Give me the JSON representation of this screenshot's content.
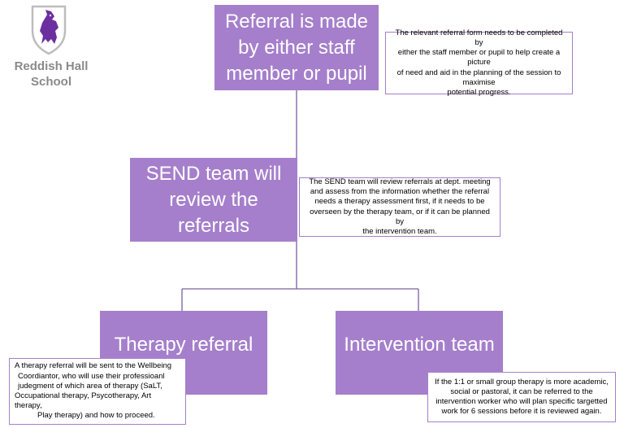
{
  "logo": {
    "line1": "Reddish Hall",
    "line2": "School",
    "icon": "lion-rampant-shield-icon",
    "color_shield": "#6b2fa0",
    "color_text": "#8a8a8a"
  },
  "colors": {
    "box_fill": "#a57fcb",
    "box_text": "#ffffff",
    "note_border": "#a57fcb",
    "connector": "#7a5fa0"
  },
  "steps": {
    "referral": {
      "lines": [
        "Referral is made",
        "by either staff",
        "member or pupil"
      ]
    },
    "send": {
      "lines": [
        "SEND team will",
        "review the",
        "referrals"
      ]
    },
    "therapy": {
      "lines": [
        "Therapy referral"
      ]
    },
    "intervention": {
      "lines": [
        "Intervention team"
      ]
    }
  },
  "notes": {
    "referral": {
      "lines": [
        "The relevant referral form needs to be completed by",
        "either the staff member or  pupil to help create a picture",
        "of need and aid in the planning of the session to maximise",
        "potential progress."
      ]
    },
    "send": {
      "lines": [
        "The SEND team will review referrals at dept. meeting",
        "and assess from the information whether the referral",
        "needs a therapy assessment first, if it needs to be",
        "overseen by the therapy team, or if it can be planned by",
        "the intervention team."
      ]
    },
    "therapy": {
      "lines": [
        "A therapy referral will be sent to the Wellbeing",
        "Coordiantor, who will use their professioanl",
        "judegment of which area of therapy (SaLT,",
        "Occupational therapy, Psycotherapy, Art therapy,",
        "Play therapy) and how to proceed."
      ]
    },
    "intervention": {
      "lines": [
        "If the 1:1 or small group therapy is more academic,",
        "social or pastoral, it can be referred to the",
        "intervention worker who will plan specific targetted",
        "work for 6 sessions before it is reviewed again."
      ]
    }
  }
}
